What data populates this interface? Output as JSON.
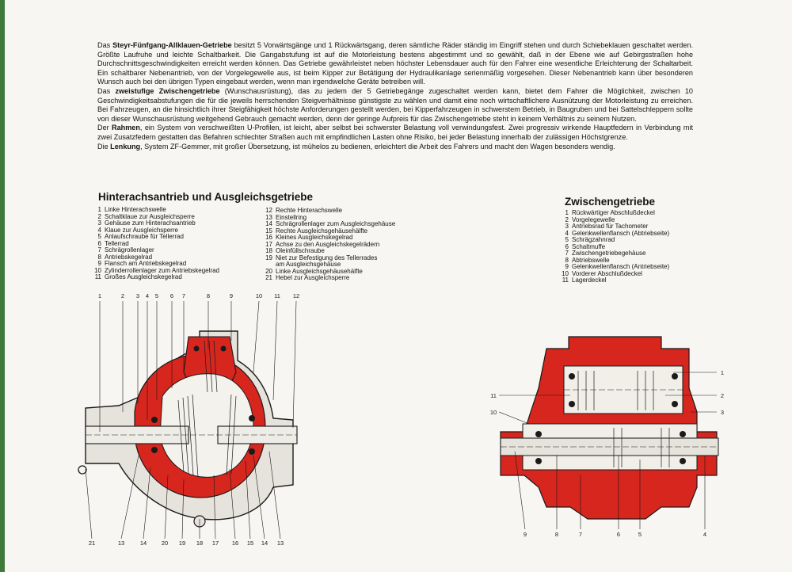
{
  "paragraphs": [
    {
      "parts": [
        {
          "t": "Das ",
          "b": false
        },
        {
          "t": "Steyr-Fünfgang-Allklauen-Getriebe",
          "b": true
        },
        {
          "t": " besitzt 5 Vorwärtsgänge und 1 Rückwärtsgang, deren sämtliche Räder ständig im Eingriff stehen und durch Schiebeklauen geschaltet werden. Größte Laufruhe und leichte Schaltbarkeit. Die Gangabstufung ist auf die Motorleistung bestens abgestimmt und so gewählt, daß in der Ebene wie auf Gebirgsstraßen hohe Durchschnittsgeschwindigkeiten erreicht werden können. Das Getriebe gewährleistet neben höchster Lebensdauer auch für den Fahrer eine wesentliche Erleichterung der Schaltarbeit. Ein schaltbarer Nebenantrieb, von der Vorgelegewelle aus, ist beim Kipper zur Betätigung der Hydraulikanlage serienmäßig vorgesehen. Dieser Nebenantrieb kann über besonderen Wunsch auch bei den übrigen Typen eingebaut werden, wenn man irgendwelche Geräte betreiben will.",
          "b": false
        }
      ]
    },
    {
      "parts": [
        {
          "t": "Das ",
          "b": false
        },
        {
          "t": "zweistufige Zwischengetriebe",
          "b": true
        },
        {
          "t": " (Wunschausrüstung), das zu jedem der 5 Getriebegänge zugeschaltet werden kann, bietet dem Fahrer die Möglichkeit, zwischen 10 Geschwindigkeitsabstufungen die für die jeweils herrschenden Steigverhältnisse günstigste zu wählen und damit eine noch wirtschaftlichere Ausnützung der Motorleistung zu erreichen. Bei Fahrzeugen, an die hinsichtlich ihrer Steigfähigkeit höchste Anforderungen gestellt werden, bei Kipperfahrzeugen in schwerstem Betrieb, in Baugruben und bei Sattelschleppern sollte von dieser Wunschausrüstung weitgehend Gebrauch gemacht werden, denn der geringe Aufpreis für das Zwischengetriebe steht in keinem Verhältnis zu seinem Nutzen.",
          "b": false
        }
      ]
    },
    {
      "parts": [
        {
          "t": "Der ",
          "b": false
        },
        {
          "t": "Rahmen",
          "b": true
        },
        {
          "t": ", ein System von verschweißten U-Profilen, ist leicht, aber selbst bei schwerster Belastung voll verwindungsfest. Zwei progressiv wirkende Hauptfedern in Verbindung mit zwei Zusatzfedern gestatten das Befahren schlechter Straßen auch mit empfindlichen Lasten ohne Risiko, bei jeder Belastung innerhalb der zulässigen Höchstgrenze.",
          "b": false
        }
      ]
    },
    {
      "parts": [
        {
          "t": "Die ",
          "b": false
        },
        {
          "t": "Lenkung",
          "b": true
        },
        {
          "t": ", System ZF-Gemmer, mit großer Übersetzung, ist mühelos zu bedienen, erleichtert die Arbeit des Fahrers und macht den Wagen besonders wendig.",
          "b": false
        }
      ]
    }
  ],
  "hinter": {
    "title": "Hinterachsantrieb und Ausgleichsgetriebe",
    "legend_left": [
      {
        "n": "1",
        "t": "Linke Hinterachswelle"
      },
      {
        "n": "2",
        "t": "Schaltklaue zur Ausgleichsperre"
      },
      {
        "n": "3",
        "t": "Gehäuse zum Hinterachsantrieb"
      },
      {
        "n": "4",
        "t": "Klaue zur Ausgleichsperre"
      },
      {
        "n": "5",
        "t": "Anlaufschraube für Tellerrad"
      },
      {
        "n": "6",
        "t": "Tellerrad"
      },
      {
        "n": "7",
        "t": "Schrägrollenlager"
      },
      {
        "n": "8",
        "t": "Antriebskegelrad"
      },
      {
        "n": "9",
        "t": "Flansch am Antriebskegelrad"
      },
      {
        "n": "10",
        "t": "Zylinderrollenlager zum Antriebskegelrad"
      },
      {
        "n": "11",
        "t": "Großes Ausgleichskegelrad"
      }
    ],
    "legend_right": [
      {
        "n": "12",
        "t": "Rechte Hinterachswelle"
      },
      {
        "n": "13",
        "t": "Einstellring"
      },
      {
        "n": "14",
        "t": "Schrägrollenlager zum Ausgleichsgehäuse"
      },
      {
        "n": "15",
        "t": "Rechte Ausgleichsgehäusehälfte"
      },
      {
        "n": "16",
        "t": "Kleines Ausgleichskegelrad"
      },
      {
        "n": "17",
        "t": "Achse zu den Ausgleichskegelrädern"
      },
      {
        "n": "18",
        "t": "Oleinfüllschraube"
      },
      {
        "n": "19",
        "t": "Niet zur Befestigung des Tellerrades"
      },
      {
        "n": "",
        "t": "am Ausgleichsgehäuse"
      },
      {
        "n": "20",
        "t": "Linke Ausgleichsgehäusehälfte"
      },
      {
        "n": "21",
        "t": "Hebel zur Ausgleichsperre"
      }
    ],
    "callouts_top": [
      "1",
      "2",
      "3",
      "4",
      "5",
      "6",
      "7",
      "8",
      "9",
      "10",
      "11",
      "12"
    ],
    "callouts_bottom": [
      "21",
      "13",
      "14",
      "20",
      "19",
      "18",
      "17",
      "16",
      "15",
      "14",
      "13"
    ]
  },
  "zwisch": {
    "title": "Zwischengetriebe",
    "legend": [
      {
        "n": "1",
        "t": "Rückwärtiger Abschlußdeckel"
      },
      {
        "n": "2",
        "t": "Vorgelegewelle"
      },
      {
        "n": "3",
        "t": "Antriebsrad für Tachometer"
      },
      {
        "n": "4",
        "t": "Gelenkwellenflansch (Abtriebseite)"
      },
      {
        "n": "5",
        "t": "Schrägzahnrad"
      },
      {
        "n": "6",
        "t": "Schaltmuffe"
      },
      {
        "n": "7",
        "t": "Zwischengetriebegehäuse"
      },
      {
        "n": "8",
        "t": "Abtriebswelle"
      },
      {
        "n": "9",
        "t": "Gelenkwellenflansch (Antriebseite)"
      },
      {
        "n": "10",
        "t": "Vorderer Abschlußdeckel"
      },
      {
        "n": "11",
        "t": "Lagerdeckel"
      }
    ],
    "callouts_right": [
      "1",
      "2",
      "3"
    ],
    "callouts_left": [
      "11",
      "10"
    ],
    "callouts_bottom": [
      "9",
      "8",
      "7",
      "6",
      "5",
      "4"
    ]
  },
  "colors": {
    "accent_red": "#d7261e",
    "edge_green": "#3f7a3a",
    "ink": "#141414"
  }
}
